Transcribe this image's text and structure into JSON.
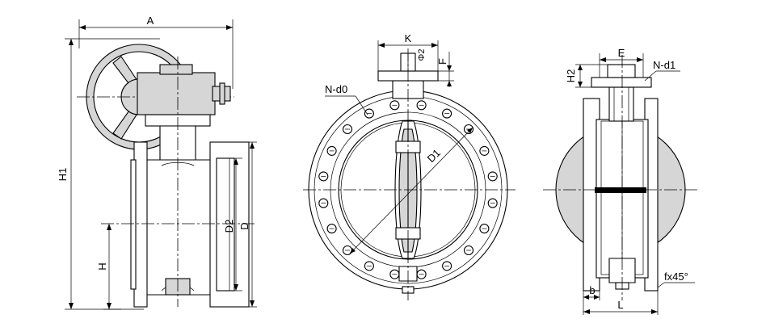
{
  "colors": {
    "line": "#000000",
    "fill_light": "#d6d6d6",
    "fill_mid": "#8a8a8a",
    "background": "#ffffff"
  },
  "labels": {
    "A": "A",
    "H1": "H1",
    "H": "H",
    "D2": "D2",
    "D": "D",
    "K": "K",
    "phi2": "Φ2",
    "F": "F",
    "Nd0": "N-d0",
    "D1": "D1",
    "E": "E",
    "H2": "H2",
    "Nd1": "N-d1",
    "b": "b",
    "L": "L",
    "fx45": "fx45°"
  }
}
